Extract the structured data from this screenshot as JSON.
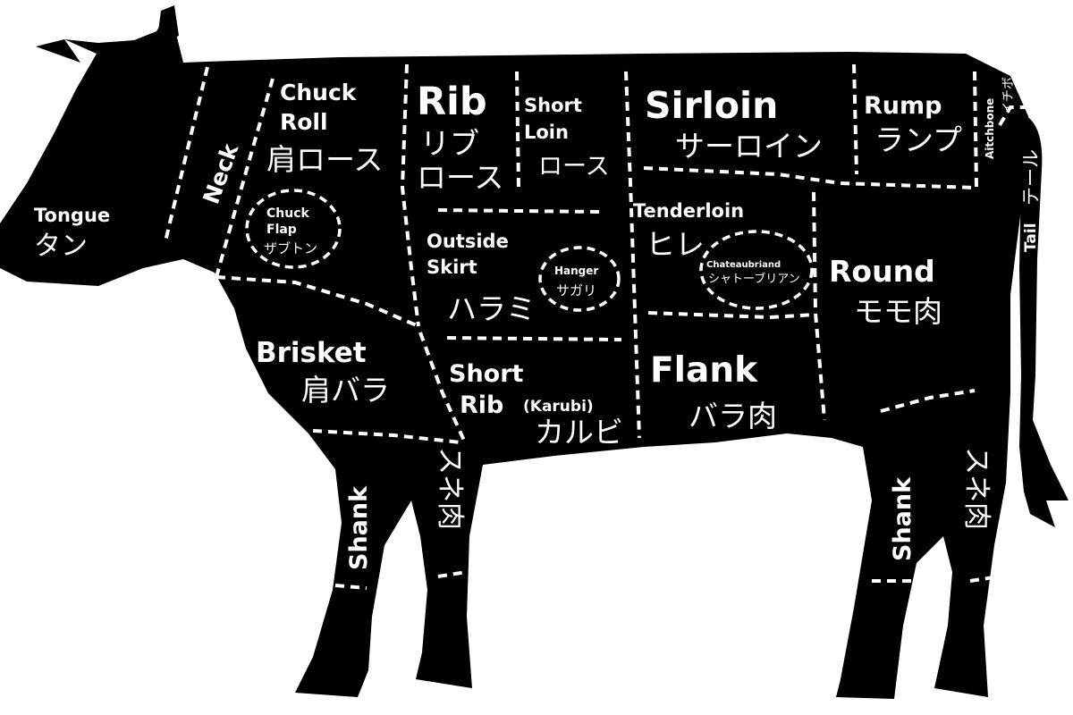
{
  "colors": {
    "silhouette": "#000000",
    "line": "#ffffff",
    "text": "#ffffff",
    "background": "#ffffff"
  },
  "cuts": {
    "tongue": {
      "en": "Tongue",
      "jp": "タン"
    },
    "neck": {
      "en": "Neck"
    },
    "chuck_roll": {
      "en_1": "Chuck",
      "en_2": "Roll",
      "jp": "肩ロース"
    },
    "chuck_flap": {
      "en_1": "Chuck",
      "en_2": "Flap",
      "jp": "ザブトン"
    },
    "rib": {
      "en": "Rib",
      "jp_1": "リブ",
      "jp_2": "ロース"
    },
    "short_loin": {
      "en_1": "Short",
      "en_2": "Loin",
      "jp": "ロース"
    },
    "sirloin": {
      "en": "Sirloin",
      "jp": "サーロイン"
    },
    "rump": {
      "en": "Rump",
      "jp": "ランプ"
    },
    "aitchbone": {
      "en": "Aitchbone",
      "jp": "イチボ"
    },
    "tail": {
      "en": "Tail",
      "jp": "テール"
    },
    "tenderloin": {
      "en": "Tenderloin",
      "jp": "ヒレ"
    },
    "chateaubriand": {
      "en": "Chateaubriand",
      "jp": "シャトーブリアン"
    },
    "outside_skirt": {
      "en_1": "Outside",
      "en_2": "Skirt",
      "jp": "ハラミ"
    },
    "hanger": {
      "en": "Hanger",
      "jp": "サガリ"
    },
    "round": {
      "en": "Round",
      "jp": "モモ肉"
    },
    "brisket": {
      "en": "Brisket",
      "jp": "肩バラ"
    },
    "short_rib": {
      "en_1": "Short",
      "en_2": "Rib",
      "en_3": "(Karubi)",
      "jp": "カルビ"
    },
    "flank": {
      "en": "Flank",
      "jp": "バラ肉"
    },
    "front_shank": {
      "en": "Shank",
      "jp": "スネ肉"
    },
    "hind_shank": {
      "en": "Shank",
      "jp": "スネ肉"
    }
  }
}
